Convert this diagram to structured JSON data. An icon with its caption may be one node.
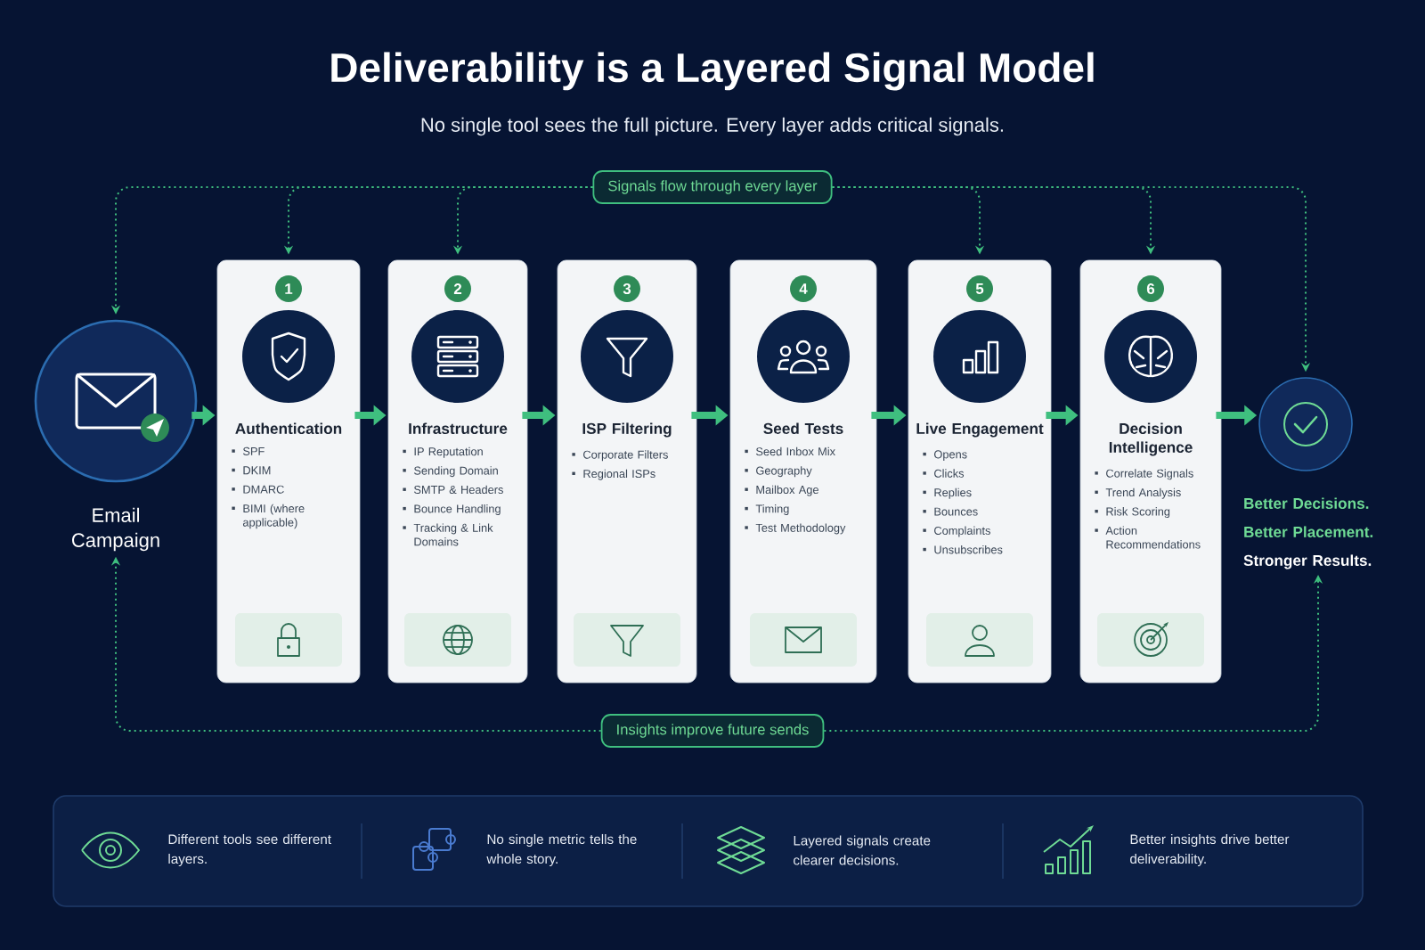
{
  "diagram": {
    "title": "Deliverability is a Layered Signal Model",
    "labels": [
      "No single tool sees the full picture. Every layer adds critical signals."
    ],
    "nodes": [
      {
        "text": [
          "Email Campaign"
        ]
      },
      {
        "text": [
          "1",
          "Authentication",
          "SPF",
          "DKIM",
          "DMARC",
          "BIMI (where applicable)"
        ]
      },
      {
        "text": [
          "2",
          "Infrastructure",
          "IP Reputation",
          "Sending Domain",
          "SMTP & Headers",
          "Bounce Handling",
          "Tracking & Link Domains"
        ]
      },
      {
        "text": [
          "3",
          "ISP Filtering",
          "Corporate Filters",
          "Regional ISPs"
        ]
      },
      {
        "text": [
          "4",
          "Seed Tests",
          "Seed Inbox Mix",
          "Geography",
          "Mailbox Age",
          "Timing",
          "Test Methodology"
        ]
      },
      {
        "text": [
          "5",
          "Live Engagement",
          "Opens",
          "Clicks",
          "Replies",
          "Bounces",
          "Complaints",
          "Unsubscribes"
        ]
      },
      {
        "text": [
          "6",
          "Decision Intelligence",
          "Correlate Signals",
          "Trend Analysis",
          "Risk Scoring",
          "Action Recommendations"
        ]
      },
      {
        "text": [],
        "shape": "circle",
        "beside": [
          "Better Decisions.",
          "Better Placement.",
          "Stronger Results."
        ]
      },
      {
        "text": [
          "Signals flow through every layer"
        ]
      },
      {
        "text": [
          "Insights improve future sends"
        ]
      },
      {
        "text": [
          "Different tools see different layers.",
          "No single metric tells the whole story.",
          "Layered signals create clearer decisions.",
          "Better insights drive better deliverability."
        ]
      }
    ],
    "edges": [
      {
        "from": 0,
        "to": 1,
        "arrow": "to",
        "style": "thick"
      },
      {
        "from": 1,
        "to": 2,
        "arrow": "to",
        "style": "thick"
      },
      {
        "from": 2,
        "to": 3,
        "arrow": "to",
        "style": "thick"
      },
      {
        "from": 3,
        "to": 4,
        "arrow": "to",
        "style": "thick"
      },
      {
        "from": 4,
        "to": 5,
        "arrow": "to",
        "style": "thick"
      },
      {
        "from": 5,
        "to": 6,
        "arrow": "to",
        "style": "thick"
      },
      {
        "from": 6,
        "to": 7,
        "arrow": "to",
        "style": "thick"
      },
      {
        "from": 8,
        "to": 0,
        "arrow": "to",
        "style": "dashed"
      },
      {
        "from": 8,
        "to": 1,
        "arrow": "to",
        "style": "dashed"
      },
      {
        "from": 8,
        "to": 2,
        "arrow": "to",
        "style": "dashed"
      },
      {
        "from": 8,
        "to": 5,
        "arrow": "to",
        "style": "dashed"
      },
      {
        "from": 8,
        "to": 6,
        "arrow": "to",
        "style": "dashed"
      },
      {
        "from": 8,
        "to": 7,
        "arrow": "to",
        "style": "dashed"
      },
      {
        "from": 9,
        "to": 0,
        "arrow": "to",
        "style": "dashed"
      },
      {
        "from": 9,
        "to": 7,
        "arrow": "to",
        "style": "dashed"
      }
    ]
  }
}
